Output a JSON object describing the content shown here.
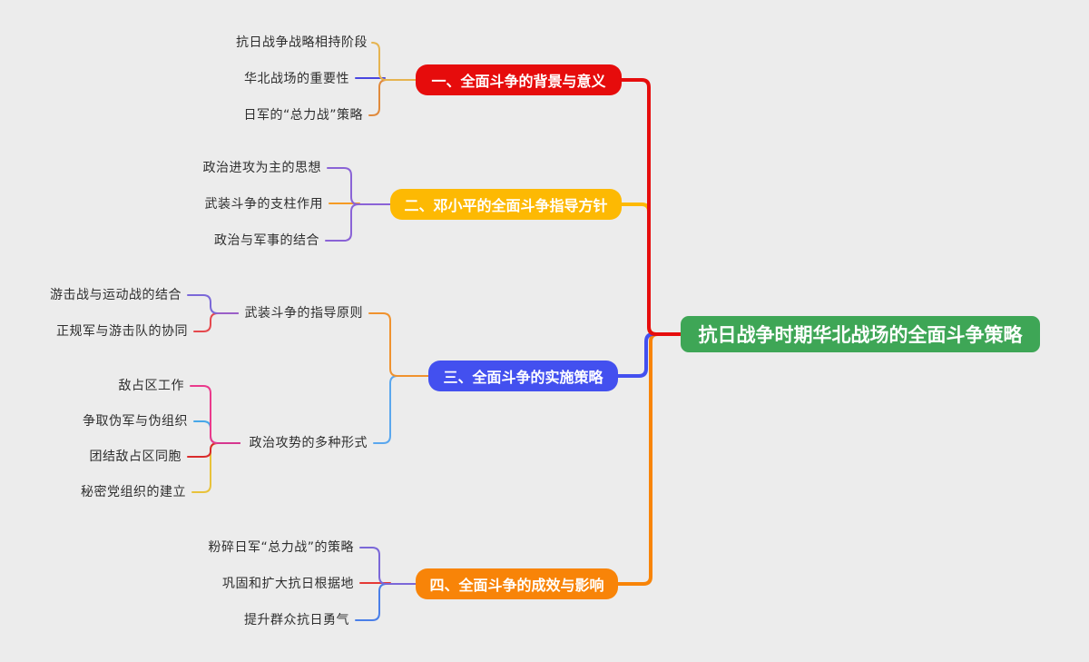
{
  "canvas": {
    "background": "#ececec"
  },
  "root": {
    "label": "抗日战争时期华北战场的全面斗争策略",
    "color": "#3ea656",
    "text_color": "#ffffff"
  },
  "branches": [
    {
      "label": "一、全面斗争的背景与意义",
      "color": "#e60c0c",
      "trunk_color": "#e60d0d",
      "children": [
        {
          "label": "抗日战争战略相持阶段",
          "line_color": "#e6b450"
        },
        {
          "label": "华北战场的重要性",
          "line_color": "#4946e0"
        },
        {
          "label": "日军的“总力战”策略",
          "line_color": "#e08a3c"
        }
      ]
    },
    {
      "label": "二、邓小平的全面斗争指导方针",
      "color": "#fdb903",
      "trunk_color": "#fdb903",
      "children": [
        {
          "label": "政治进攻为主的思想",
          "line_color": "#8a63d6"
        },
        {
          "label": "武装斗争的支柱作用",
          "line_color": "#f59a23"
        },
        {
          "label": "政治与军事的结合",
          "line_color": "#8a63d6"
        }
      ]
    },
    {
      "label": "三、全面斗争的实施策略",
      "color": "#4350ef",
      "trunk_color": "#4350ef",
      "children": [
        {
          "label": "武装斗争的指导原则",
          "line_color": "#f0922e",
          "left_line_color": "#9a5fc8",
          "children": [
            {
              "label": "游击战与运动战的结合",
              "line_color": "#7b68d8"
            },
            {
              "label": "正规军与游击队的协同",
              "line_color": "#e5484d"
            }
          ]
        },
        {
          "label": "政治攻势的多种形式",
          "line_color": "#5aa7ee",
          "left_line_color": "#d6368f",
          "children": [
            {
              "label": "敌占区工作",
              "line_color": "#ea3a8c"
            },
            {
              "label": "争取伪军与伪组织",
              "line_color": "#46a7e8"
            },
            {
              "label": "团结敌占区同胞",
              "line_color": "#d92b2b"
            },
            {
              "label": "秘密党组织的建立",
              "line_color": "#e8c23a"
            }
          ]
        }
      ]
    },
    {
      "label": "四、全面斗争的成效与影响",
      "color": "#f88408",
      "trunk_color": "#f88408",
      "children": [
        {
          "label": "粉碎日军“总力战”的策略",
          "line_color": "#7b68d8"
        },
        {
          "label": "巩固和扩大抗日根据地",
          "line_color": "#e53935"
        },
        {
          "label": "提升群众抗日勇气",
          "line_color": "#4a7fe8"
        }
      ]
    }
  ]
}
